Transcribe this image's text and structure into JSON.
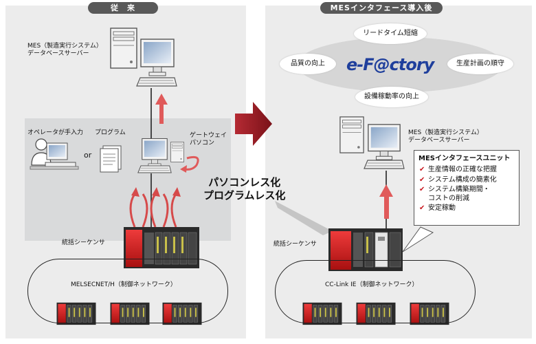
{
  "left": {
    "header": "従　来",
    "mes_label": "MES（製造実行システム）\nデータベースサーバー",
    "operator_label": "オペレータが手入力",
    "program_label": "プログラム",
    "or_label": "or",
    "gateway_label": "ゲートウェイ\nパソコン",
    "sequencer_label": "統括シーケンサ",
    "network_label": "MELSECNET/H（制御ネットワーク）"
  },
  "center": {
    "transition_text": "パソコンレス化\nプログラムレス化"
  },
  "right": {
    "header": "MESインタフェース導入後",
    "logo_text": "e-F@ctory",
    "benefits": {
      "top": "リードタイム短縮",
      "left": "品質の向上",
      "right": "生産計画の順守",
      "bottom": "設備稼動率の向上"
    },
    "mes_label": "MES（製造実行システム）\nデータベースサーバー",
    "callout": {
      "title": "MESインタフェースユニット",
      "items": [
        "生産情報の正確な把握",
        "システム構成の簡素化",
        "システム構築期間・\nコストの削減",
        "安定稼動"
      ]
    },
    "sequencer_label": "統括シーケンサ",
    "network_label": "CC-Link IE（制御ネットワーク）"
  },
  "colors": {
    "accent_red": "#c8161d",
    "arrow_red": "#e05a5a",
    "big_arrow": "#8c1c24",
    "panel_gray": "#ececec",
    "header_gray": "#595959",
    "logo_blue": "#1f3f9c"
  }
}
